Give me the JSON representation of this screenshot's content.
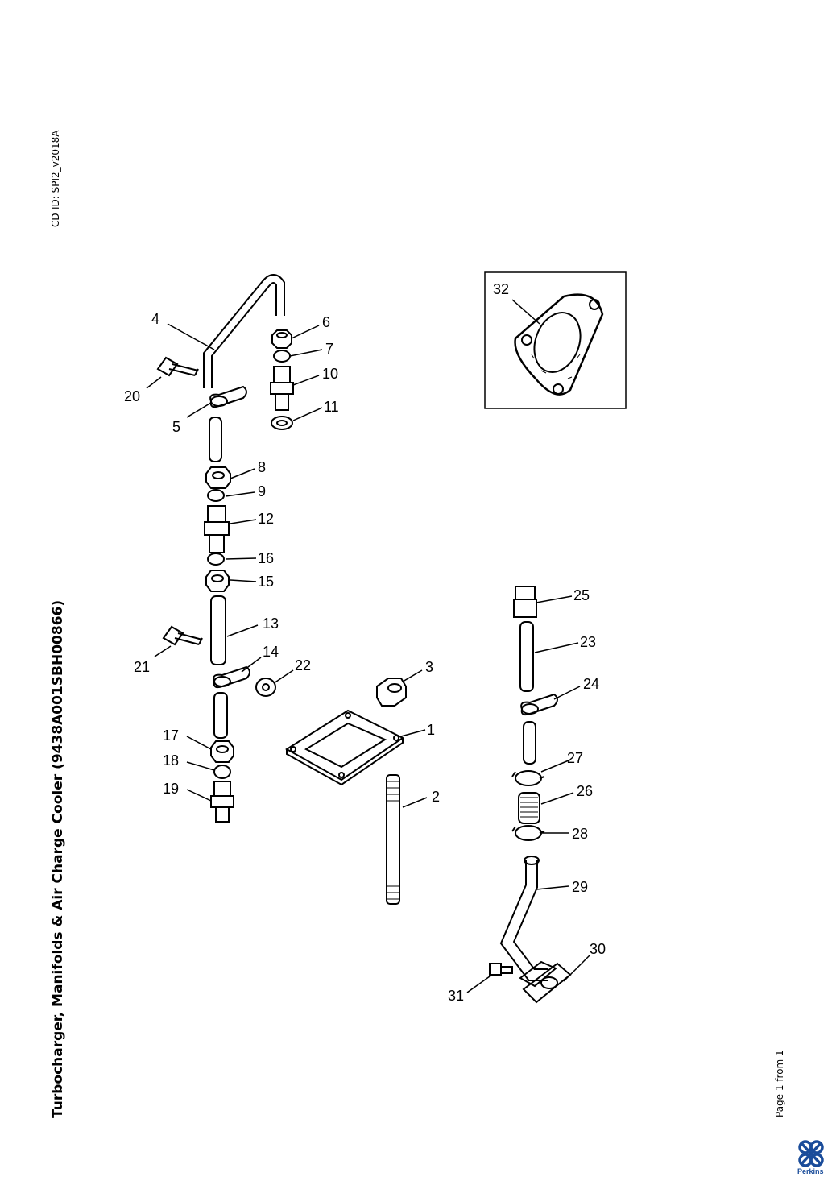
{
  "document": {
    "cd_id": "CD-ID: SPI2_v2018A",
    "title": "Turbocharger, Manifolds & Air Charge Cooler (9438A001SBH00866)",
    "page_indicator": "Page 1 from 1",
    "brand": "Perkins",
    "brand_color": "#1a4c9a"
  },
  "callouts": [
    "1",
    "2",
    "3",
    "4",
    "5",
    "6",
    "7",
    "8",
    "9",
    "10",
    "11",
    "12",
    "13",
    "14",
    "15",
    "16",
    "17",
    "18",
    "19",
    "20",
    "21",
    "22",
    "23",
    "24",
    "25",
    "26",
    "27",
    "28",
    "29",
    "30",
    "31",
    "32"
  ]
}
